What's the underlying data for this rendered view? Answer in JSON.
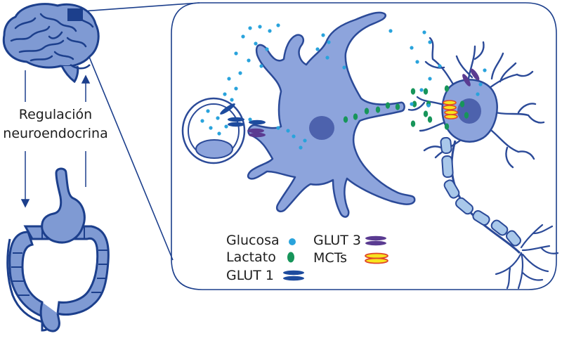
{
  "side_label": {
    "line1": "Regulación",
    "line2": "neuroendocrina"
  },
  "legend": {
    "glucosa": "Glucosa",
    "lactato": "Lactato",
    "glut1": "GLUT 1",
    "glut3": "GLUT 3",
    "mcts": "MCTs"
  },
  "colors": {
    "organ_fill": "#7f9ad3",
    "organ_stroke": "#1c3f8c",
    "cell_fill": "#8da4dc",
    "cell_stroke": "#2b4a98",
    "nucleus": "#4d62ad",
    "glucose": "#29a3dc",
    "lactate": "#17955a",
    "glut1": "#1d4b9e",
    "glut3": "#5a3b91",
    "mct_fill": "#f7e51e",
    "mct_stroke": "#e0452a",
    "frame": "#1c3f8c",
    "myelin": "#a9c8ea"
  }
}
